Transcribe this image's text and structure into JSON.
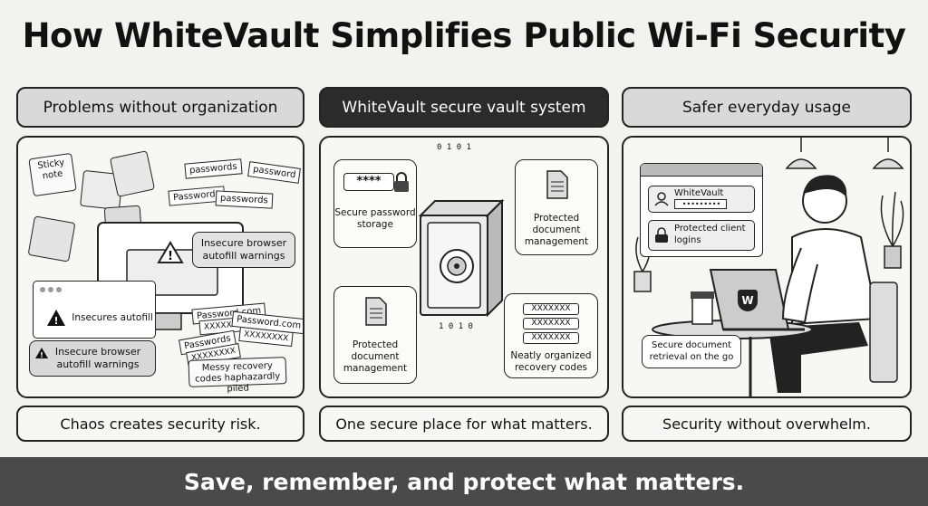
{
  "title": "How WhiteVault Simplifies Public Wi-Fi Security",
  "columns": [
    {
      "heading": "Problems without organization",
      "footer": "Chaos creates security risk.",
      "sticky_note": "Sticky note",
      "password_tags": [
        "passwords",
        "password",
        "Passwords",
        "passwords"
      ],
      "warning_top": "Insecure browser autofill warnings",
      "popup_warning": "Insecures autofill",
      "warning_bottom": "Insecure browser autofill warnings",
      "cred_tags": [
        "Password.com",
        "XXXXXXX",
        "Password.com",
        "XXXXXXXX",
        "Passwords",
        "XXXXXXXX"
      ],
      "recovery_note": "Messy recovery codes haphazardly piled"
    },
    {
      "heading": "WhiteVault secure vault system",
      "footer": "One secure place for what matters.",
      "password_mask": "****",
      "card_password": "Secure password storage",
      "card_docs_top": "Protected document management",
      "card_docs_bottom": "Protected document management",
      "codes": [
        "XXXXXXX",
        "XXXXXXX",
        "XXXXXXX"
      ],
      "card_codes": "Neatly organized recovery codes",
      "binary": [
        "0",
        "1",
        "0",
        "1",
        "1",
        "0",
        "1",
        "0"
      ]
    },
    {
      "heading": "Safer everyday usage",
      "footer": "Security without overwhelm.",
      "login_name": "WhiteVault",
      "login_mask": "•••••••••",
      "client_logins": "Protected client logins",
      "retrieval": "Secure document retrieval on the go",
      "laptop_logo": "W"
    }
  ],
  "banner": "Save, remember, and protect what matters."
}
